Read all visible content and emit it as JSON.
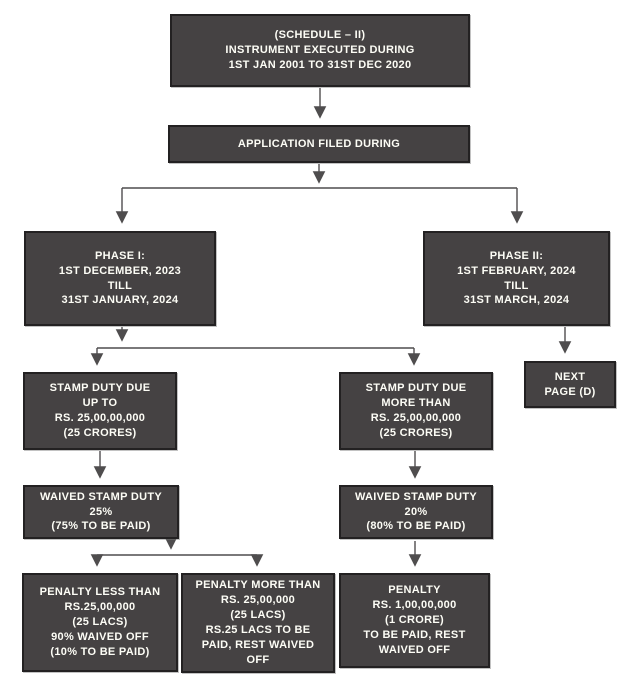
{
  "colors": {
    "box_fill": "#454243",
    "box_border": "#232122",
    "box_text": "#fdfdf6",
    "connector_line": "#4f4d4e",
    "background": "#ffffff"
  },
  "flowchart": {
    "nodes": {
      "schedule": {
        "text": "(SCHEDULE – II)\nINSTRUMENT EXECUTED DURING\n1ST JAN 2001 TO 31ST DEC 2020"
      },
      "application": {
        "text": "APPLICATION FILED DURING"
      },
      "phase1": {
        "text": "PHASE I:\n1ST DECEMBER, 2023\nTILL\n31ST JANUARY, 2024"
      },
      "phase2": {
        "text": "PHASE II:\n1ST FEBRUARY, 2024\nTILL\n31ST MARCH, 2024"
      },
      "next_page": {
        "text": "NEXT\nPAGE (D)"
      },
      "duty_up_to": {
        "text": "STAMP DUTY DUE\nUP TO\nRS. 25,00,00,000\n(25 CRORES)"
      },
      "duty_more_than": {
        "text": "STAMP DUTY DUE\nMORE THAN\nRS. 25,00,00,000\n(25 CRORES)"
      },
      "waived_25": {
        "text": "WAIVED STAMP DUTY\n25%\n(75% TO BE PAID)"
      },
      "waived_20": {
        "text": "WAIVED STAMP DUTY\n20%\n(80% TO BE PAID)"
      },
      "penalty_less": {
        "text": "PENALTY LESS THAN\nRS.25,00,000\n(25 LACS)\n90% WAIVED OFF\n(10% TO BE PAID)"
      },
      "penalty_more": {
        "text": "PENALTY MORE THAN\nRS. 25,00,000\n(25 LACS)\nRS.25 LACS TO BE\nPAID, REST WAIVED\nOFF"
      },
      "penalty_1_crore": {
        "text": "PENALTY\nRS. 1,00,00,000\n(1 CRORE)\nTO BE PAID, REST\nWAIVED OFF"
      }
    },
    "edges": [
      {
        "from": "schedule",
        "to": "application"
      },
      {
        "from": "application",
        "to": "phase1"
      },
      {
        "from": "application",
        "to": "phase2"
      },
      {
        "from": "phase1",
        "to": "duty_up_to"
      },
      {
        "from": "phase1",
        "to": "duty_more_than"
      },
      {
        "from": "phase2",
        "to": "next_page"
      },
      {
        "from": "duty_up_to",
        "to": "waived_25"
      },
      {
        "from": "duty_more_than",
        "to": "waived_20"
      },
      {
        "from": "waived_25",
        "to": "penalty_less"
      },
      {
        "from": "waived_25",
        "to": "penalty_more"
      },
      {
        "from": "waived_20",
        "to": "penalty_1_crore"
      }
    ]
  }
}
